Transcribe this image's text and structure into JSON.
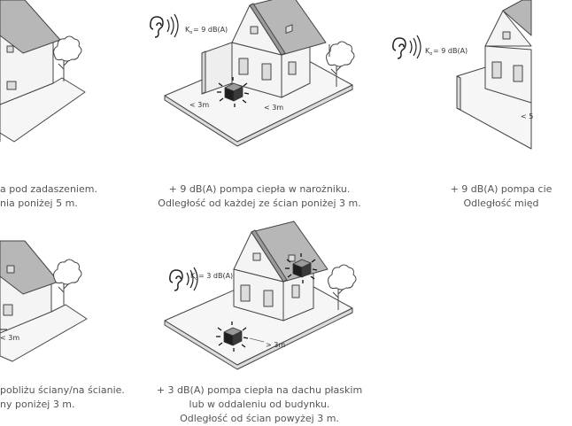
{
  "diagram": {
    "ink_color": "#444444",
    "roof_color": "#b7b7b7",
    "wall_color": "#f4f4f4",
    "ground_color": "#f6f6f6",
    "panels": [
      {
        "id": "roof-overhang",
        "caption_lines": [
          "a pod zadaszeniem.",
          "nia poniżej 5 m."
        ]
      },
      {
        "id": "corner",
        "ko_label": "= 9 dB(A)",
        "dist_left": "< 3m",
        "dist_right": "< 3m",
        "caption_lines": [
          "+ 9 dB(A) pompa ciepła w narożniku.",
          "Odległość od każdej ze ścian poniżej 3 m."
        ]
      },
      {
        "id": "between-walls",
        "ko_label": "= 9 dB(A)",
        "dist_label": "< 5",
        "caption_lines": [
          "+ 9 dB(A) pompa cie",
          "Odległość międ"
        ]
      },
      {
        "id": "near-wall",
        "dist_label": "< 3m",
        "caption_lines": [
          "pobliżu ściany/na ścianie.",
          "ny poniżej 3 m."
        ]
      },
      {
        "id": "flat-roof-or-distance",
        "ko_label": "= 3 dB(A)",
        "dist_label": "> 3m",
        "caption_lines": [
          "+ 3 dB(A) pompa ciepła na dachu płaskim",
          "lub w oddaleniu od budynku.",
          "Odległość od ścian powyżej 3 m."
        ]
      }
    ]
  }
}
